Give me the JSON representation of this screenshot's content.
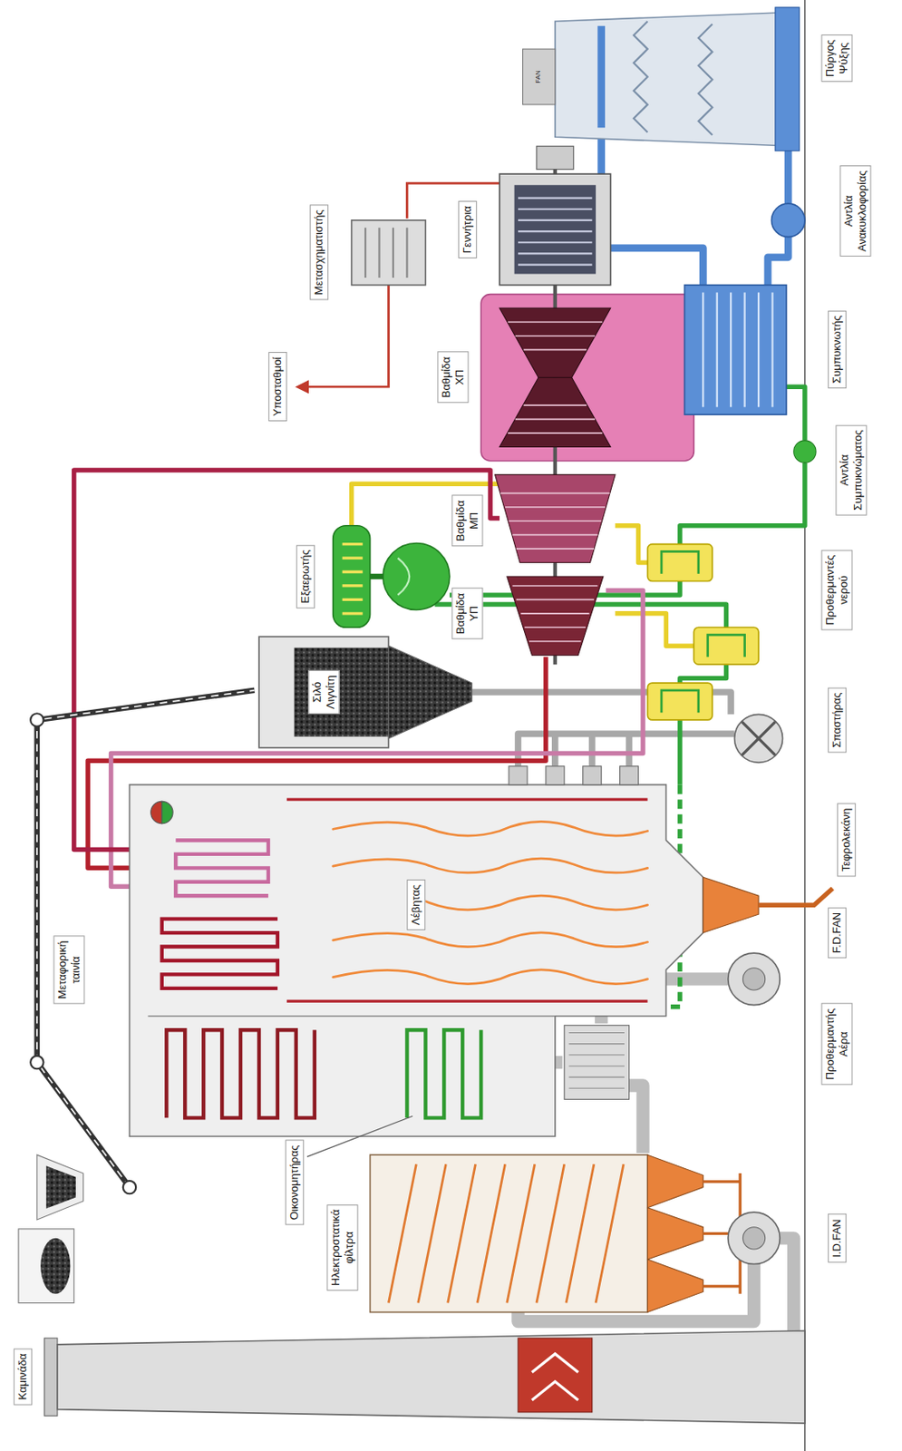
{
  "diagram": {
    "nodes": [
      {
        "text": [
          "Καμινάδα"
        ]
      },
      {
        "text": [
          "Ηλεκτροστατικά φίλτρα"
        ]
      },
      {
        "text": [
          "Οικονομητήρας"
        ]
      },
      {
        "text": [
          "Μεταφορική ταινία"
        ]
      },
      {
        "text": [
          "I.D.FAN"
        ]
      },
      {
        "text": [
          "F.D.FAN"
        ]
      },
      {
        "text": [
          "Προθερμαντής Αέρα"
        ]
      },
      {
        "text": [
          "Λέβητας"
        ]
      },
      {
        "text": [
          "Τεφρολεκάνη"
        ]
      },
      {
        "text": [
          "Σπαστήρας"
        ]
      },
      {
        "text": [
          "Σιλό Λιγνίτη"
        ]
      },
      {
        "text": [
          "Εξαερωτής"
        ]
      },
      {
        "text": [
          "Προθερμαντές νερού"
        ]
      },
      {
        "text": [
          "Βαθμίδα ΥΠ"
        ]
      },
      {
        "text": [
          "Βαθμίδα ΜΠ"
        ]
      },
      {
        "text": [
          "Βαθμίδα ΧΠ"
        ]
      },
      {
        "text": [
          "Αντλία Συμπυκνώματος"
        ]
      },
      {
        "text": [
          "Συμπυκνωτής"
        ]
      },
      {
        "text": [
          "Υποσταθμοί"
        ]
      },
      {
        "text": [
          "Μετασχηματιστής"
        ]
      },
      {
        "text": [
          "Γεννήτρια"
        ]
      },
      {
        "text": [
          "Πύργος Ψύξης"
        ]
      },
      {
        "text": [
          "Αντλία Ανακυκλοφορίας"
        ]
      }
    ],
    "labels": [
      "FAN"
    ]
  }
}
